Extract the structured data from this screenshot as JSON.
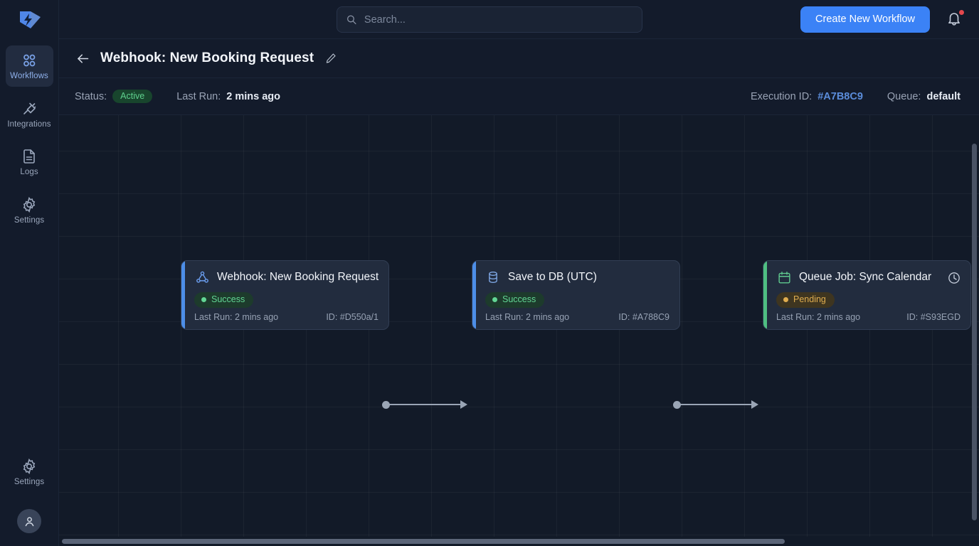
{
  "brand": {
    "logo_icon": "lightning-bolt-logo"
  },
  "sidebar": {
    "items": [
      {
        "label": "Workflows",
        "icon": "grid-workflows-icon",
        "active": true
      },
      {
        "label": "Integrations",
        "icon": "plug-integrations-icon",
        "active": false
      },
      {
        "label": "Logs",
        "icon": "document-logs-icon",
        "active": false
      },
      {
        "label": "Settings",
        "icon": "gear-settings-icon",
        "active": false
      }
    ],
    "bottom": {
      "settings_label": "Settings",
      "settings_icon": "gear-settings-icon",
      "avatar_icon": "user-avatar-icon"
    }
  },
  "topbar": {
    "search": {
      "placeholder": "Search...",
      "value": "",
      "icon": "search-icon"
    },
    "create_button": "Create New Workflow",
    "notifications": {
      "icon": "bell-icon",
      "has_unread": true
    }
  },
  "titlebar": {
    "back_icon": "arrow-left-icon",
    "title": "Webhook: New Booking Request",
    "edit_icon": "pencil-edit-icon"
  },
  "statusbar": {
    "status_label": "Status:",
    "status_value": "Active",
    "last_run_label": "Last Run:",
    "last_run_value": "2 mins ago",
    "execution_id_label": "Execution ID:",
    "execution_id_value": "#A7B8C9",
    "queue_label": "Queue:",
    "queue_value": "default"
  },
  "canvas": {
    "nodes": [
      {
        "title": "Webhook: New Booking Request",
        "icon": "webhook-share-icon",
        "accent": "#4d8ee8",
        "status": "Success",
        "status_type": "success",
        "last_run_label": "Last Run: 2 mins ago",
        "id_label": "ID: #D550a/1",
        "corner_icon": ""
      },
      {
        "title": "Save to DB (UTC)",
        "icon": "database-icon",
        "accent": "#4d8ee8",
        "status": "Success",
        "status_type": "success",
        "last_run_label": "Last Run: 2 mins ago",
        "id_label": "ID: #A788C9",
        "corner_icon": ""
      },
      {
        "title": "Queue Job: Sync Calendar",
        "icon": "calendar-icon",
        "accent": "#4fbf82",
        "status": "Pending",
        "status_type": "pending",
        "last_run_label": "Last Run: 2 mins ago",
        "id_label": "ID: #S93EGD",
        "corner_icon": "clock-icon"
      }
    ],
    "colors": {
      "grid_line": "#1e2839",
      "connector": "#9aa5b5",
      "success": "#62d694",
      "pending": "#e0ad4f",
      "accent_blue": "#3b82f6"
    }
  }
}
